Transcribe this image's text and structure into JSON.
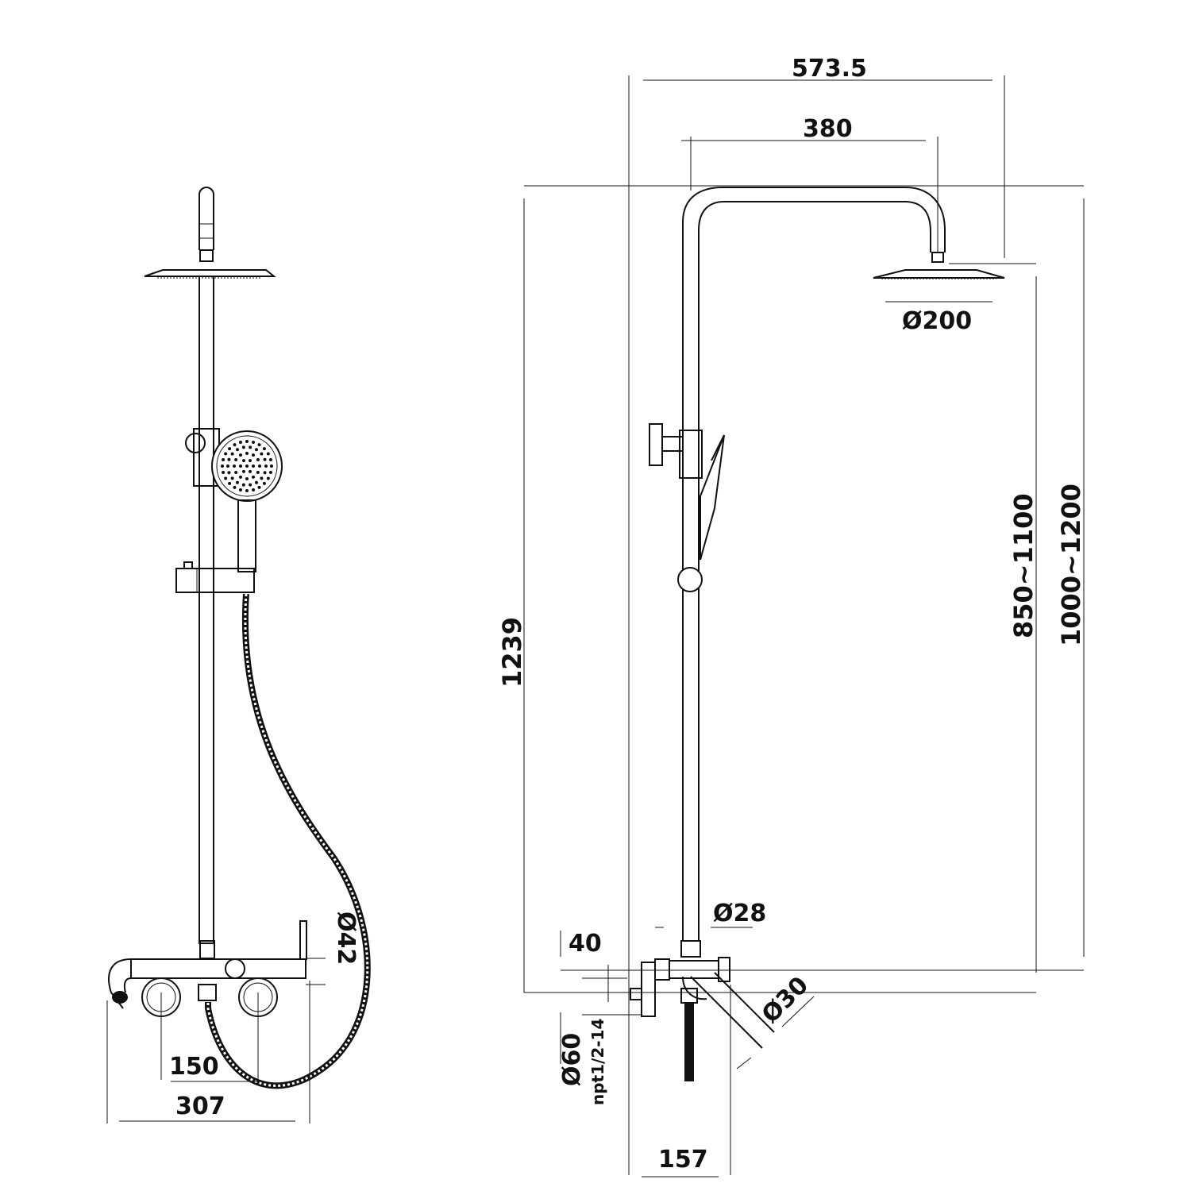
{
  "dimensions": {
    "overall_width": "573.5",
    "arm_length": "380",
    "overhead_diameter": "Ø200",
    "total_height": "1239",
    "rail_height_range": "850~1100",
    "head_height_range": "1000~1200",
    "pipe_diameter": "Ø28",
    "outlet_diameter": "Ø30",
    "offset_40": "40",
    "flange_diameter": "Ø60",
    "thread_spec": "npt1/2-14",
    "depth_157": "157",
    "mixer_diameter": "Ø42",
    "inlet_spacing": "150",
    "mixer_width": "307"
  },
  "colors": {
    "line": "#111111",
    "background": "#ffffff"
  }
}
